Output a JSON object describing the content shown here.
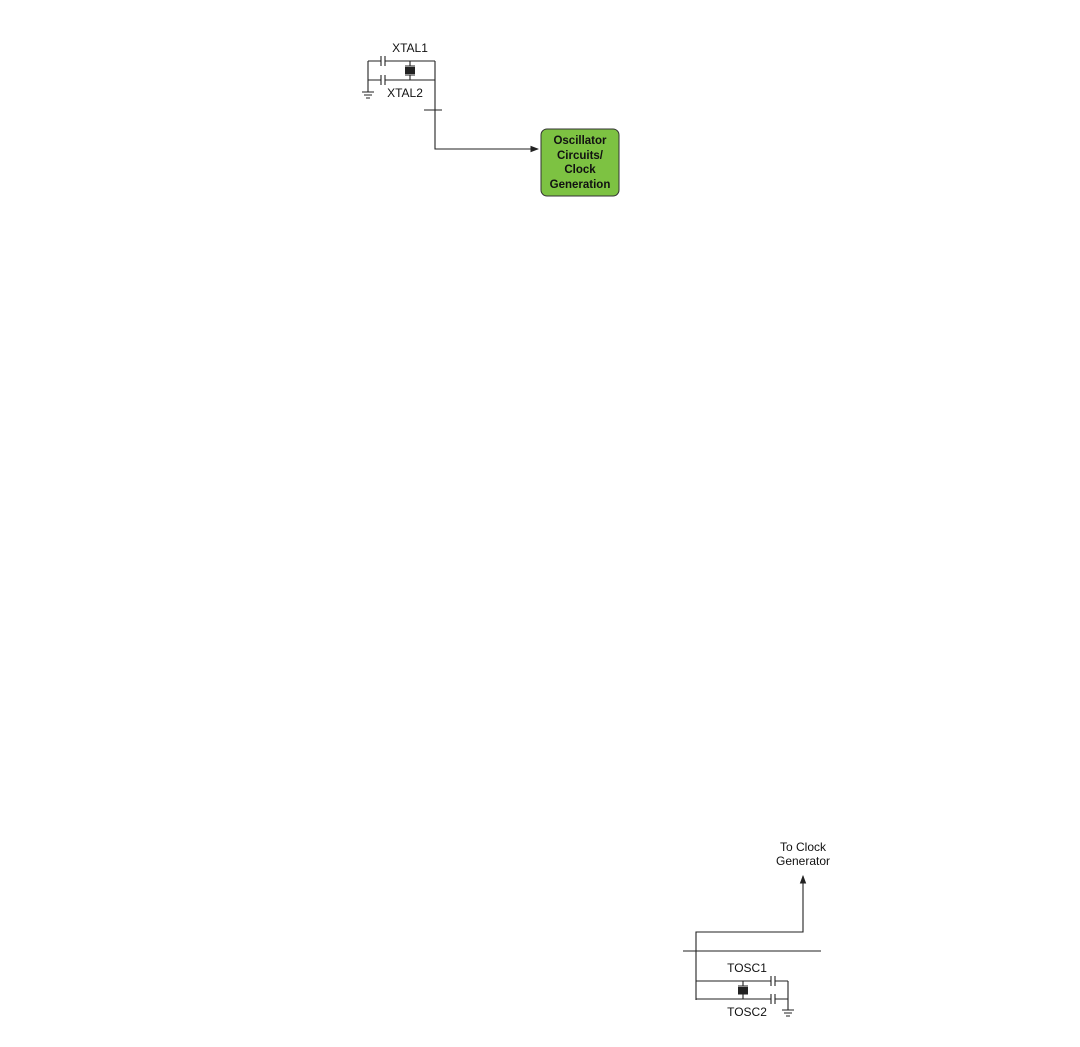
{
  "xtal": {
    "label_top": "XTAL1",
    "label_bottom": "XTAL2"
  },
  "oscillator_block": {
    "lines": [
      "Oscillator",
      "Circuits/",
      "Clock",
      "Generation"
    ],
    "fill_color": "#7dc242"
  },
  "tosc": {
    "label_top": "TOSC1",
    "label_bottom": "TOSC2",
    "output_lines": [
      "To Clock",
      "Generator"
    ]
  }
}
